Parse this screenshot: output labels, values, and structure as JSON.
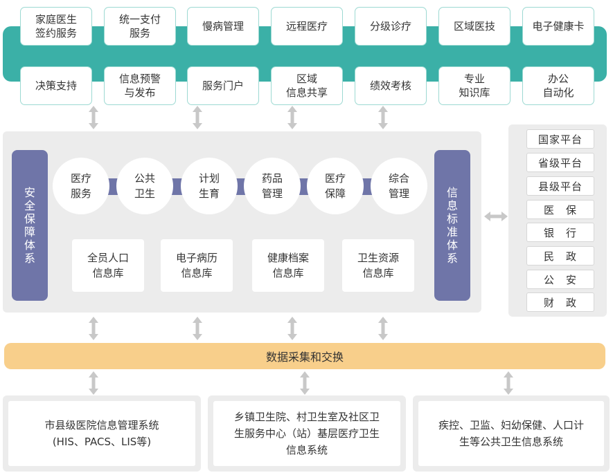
{
  "top_services": {
    "row1": [
      "家庭医生\n签约服务",
      "统一支付\n服务",
      "慢病管理",
      "远程医疗",
      "分级诊疗",
      "区域医技",
      "电子健康卡"
    ],
    "row2": [
      "决策支持",
      "信息预警\n与发布",
      "服务门户",
      "区域\n信息共享",
      "绩效考核",
      "专业\n知识库",
      "办公\n自动化"
    ]
  },
  "platform": {
    "left_bar": "安全保障体系",
    "right_bar": "信息标准体系",
    "business": [
      "医疗\n服务",
      "公共\n卫生",
      "计划\n生育",
      "药品\n管理",
      "医疗\n保障",
      "综合\n管理"
    ],
    "databases": [
      "全员人口\n信息库",
      "电子病历\n信息库",
      "健康档案\n信息库",
      "卫生资源\n信息库"
    ]
  },
  "external": [
    "国家平台",
    "省级平台",
    "县级平台",
    "医　保",
    "银　行",
    "民　政",
    "公　安",
    "财　政"
  ],
  "exchange_label": "数据采集和交换",
  "systems": [
    "市县级医院信息管理系统\n(HIS、PACS、LIS等)",
    "乡镇卫生院、村卫生室及社区卫\n生服务中心（站）基层医疗卫生\n信息系统",
    "疾控、卫监、妇幼保健、人口计\n生等公共卫生信息系统"
  ],
  "colors": {
    "teal": "#3bb0a7",
    "purple": "#6f75a8",
    "orange": "#f8cf8b",
    "gray_panel": "#ececec",
    "arrow": "#c8c8c8"
  }
}
